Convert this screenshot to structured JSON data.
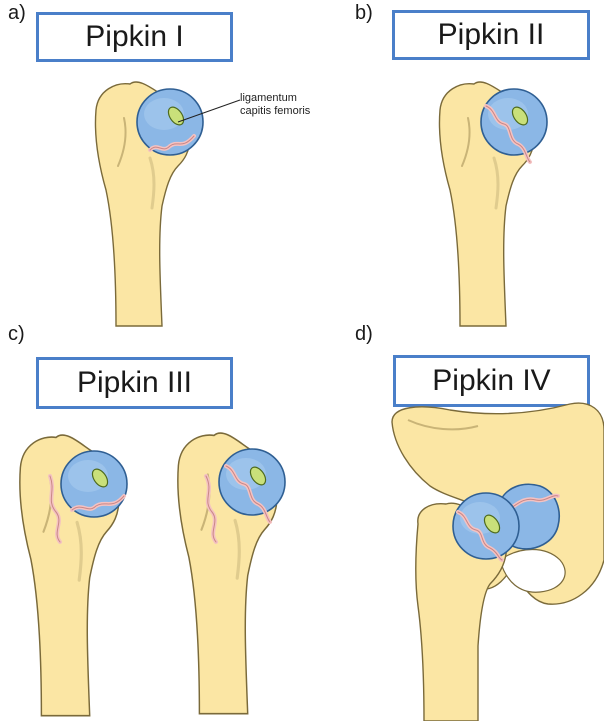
{
  "colors": {
    "bone_fill": "#fbe6a4",
    "bone_stroke": "#7a6a3a",
    "head_fill": "#8bb7e6",
    "head_stroke": "#2f5f93",
    "fovea_fill": "#c9e07a",
    "fracture_line": "#f4c2c2",
    "title_border": "#4a7fc9"
  },
  "panels": [
    {
      "letter": "a)",
      "title": "Pipkin I"
    },
    {
      "letter": "b)",
      "title": "Pipkin II"
    },
    {
      "letter": "c)",
      "title": "Pipkin III"
    },
    {
      "letter": "d)",
      "title": "Pipkin IV"
    }
  ],
  "annotation": {
    "line1": "ligamentum",
    "line2": "capitis femoris"
  }
}
